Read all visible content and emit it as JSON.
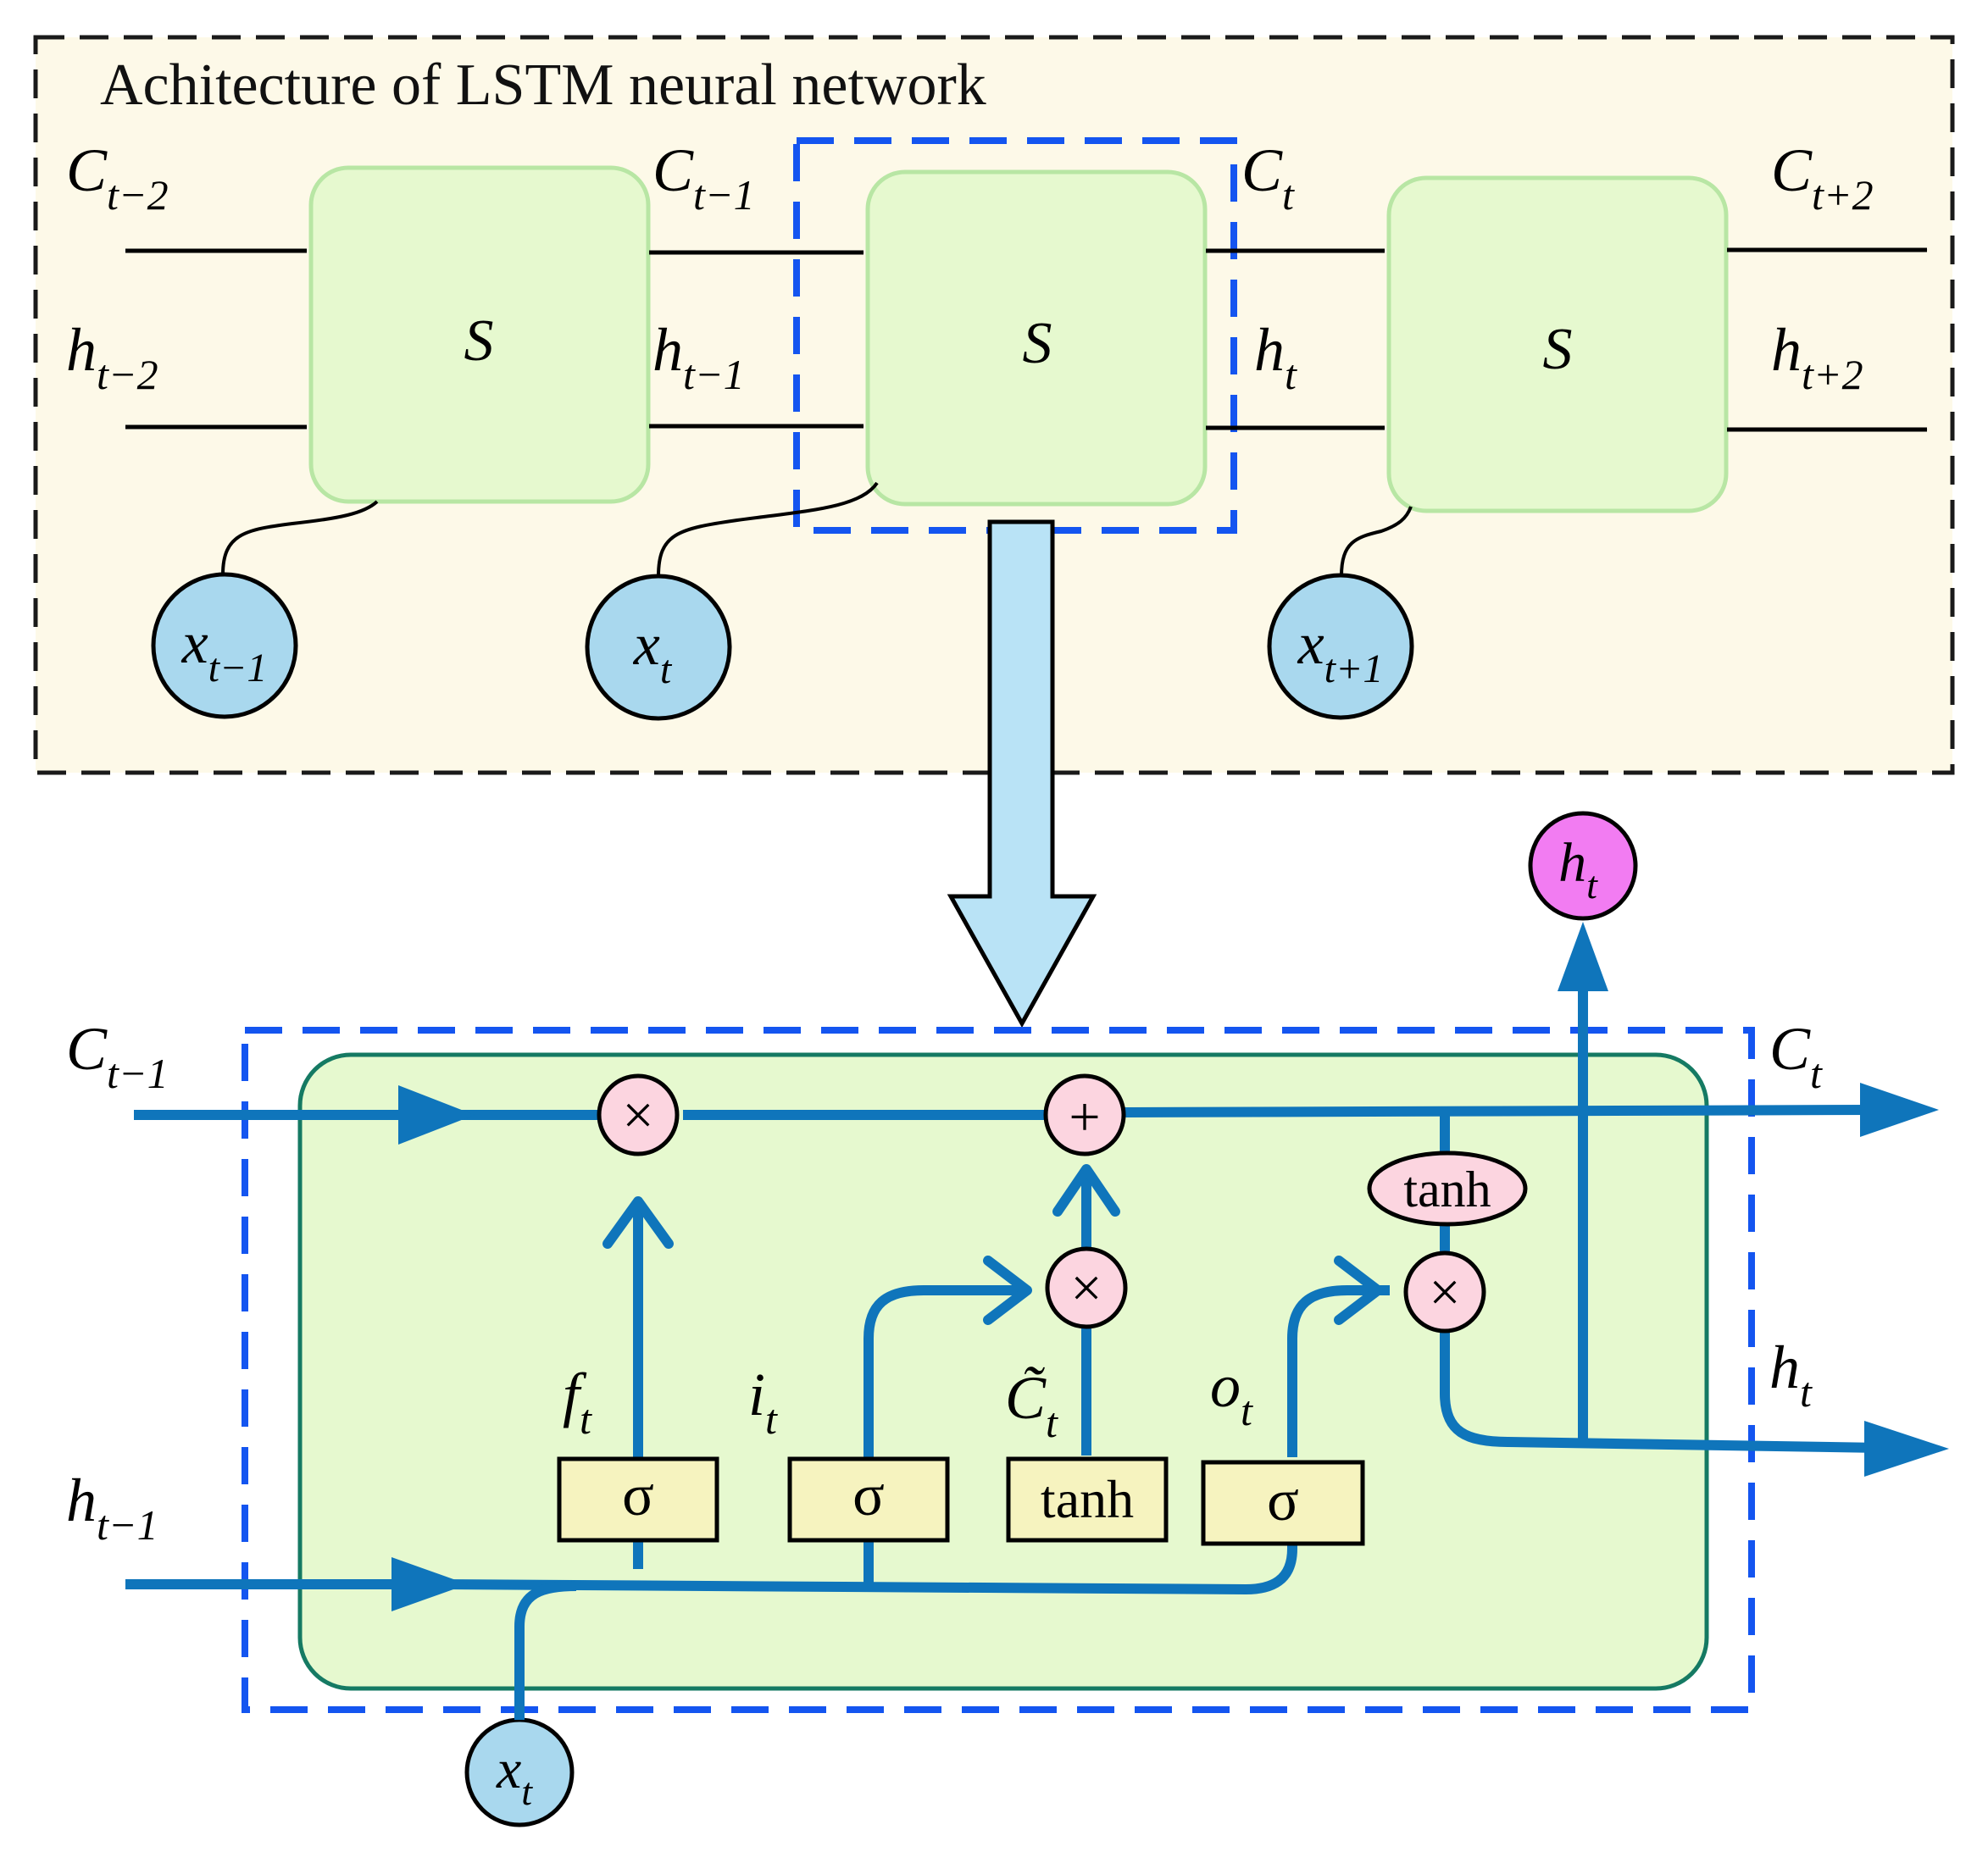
{
  "title": "Achitecture of LSTM neural network",
  "colors": {
    "top_panel_fill": "#fdf9e8",
    "cell_fill": "#e6f9cf",
    "cell_stroke": "#b8e6a4",
    "input_node_fill": "#a9d8ee",
    "output_node_fill": "#f27cf2",
    "flow_line": "#0f75bb",
    "highlight_dash": "#1455f0",
    "gate_box_fill": "#f6f3bf",
    "op_node_fill": "#fcd5e0",
    "big_arrow_fill": "#b9e3f6",
    "cell_border": "#157a63"
  },
  "top": {
    "cells": [
      {
        "label": "S"
      },
      {
        "label": "S"
      },
      {
        "label": "S"
      }
    ],
    "state_labels": [
      {
        "base": "C",
        "sub": "t−2"
      },
      {
        "base": "h",
        "sub": "t−2"
      },
      {
        "base": "C",
        "sub": "t−1"
      },
      {
        "base": "h",
        "sub": "t−1"
      },
      {
        "base": "C",
        "sub": "t"
      },
      {
        "base": "h",
        "sub": "t"
      },
      {
        "base": "C",
        "sub": "t+2"
      },
      {
        "base": "h",
        "sub": "t+2"
      }
    ],
    "inputs": [
      {
        "base": "x",
        "sub": "t−1"
      },
      {
        "base": "x",
        "sub": "t"
      },
      {
        "base": "x",
        "sub": "t+1"
      }
    ]
  },
  "bottom": {
    "external_labels": [
      {
        "base": "C",
        "sub": "t−1"
      },
      {
        "base": "h",
        "sub": "t−1"
      },
      {
        "base": "C",
        "sub": "t"
      },
      {
        "base": "h",
        "sub": "t"
      }
    ],
    "output_node": {
      "base": "h",
      "sub": "t"
    },
    "input_node": {
      "base": "x",
      "sub": "t"
    },
    "gates": [
      {
        "label": "σ",
        "signal_base": "f",
        "signal_sub": "t"
      },
      {
        "label": "σ",
        "signal_base": "i",
        "signal_sub": "t"
      },
      {
        "label": "tanh",
        "signal_base": "C̃",
        "signal_sub": "t"
      },
      {
        "label": "σ",
        "signal_base": "o",
        "signal_sub": "t"
      }
    ],
    "ops": {
      "forget_mult": "×",
      "add": "+",
      "input_mult": "×",
      "output_mult": "×",
      "tanh": "tanh"
    }
  }
}
